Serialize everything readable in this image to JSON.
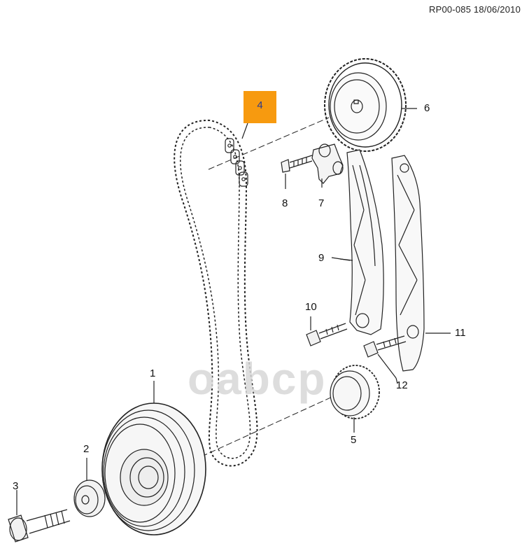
{
  "header": {
    "reference": "RP00-085 18/06/2010"
  },
  "highlight": {
    "label": "4"
  },
  "callouts": [
    "1",
    "2",
    "3",
    "5",
    "6",
    "7",
    "8",
    "9",
    "10",
    "11",
    "12"
  ],
  "watermark": "oabcp",
  "colors": {
    "highlight": "#f79a0f",
    "highlight_text": "#2a3a8c",
    "line": "#222222",
    "watermark": "#d8d8d8"
  }
}
